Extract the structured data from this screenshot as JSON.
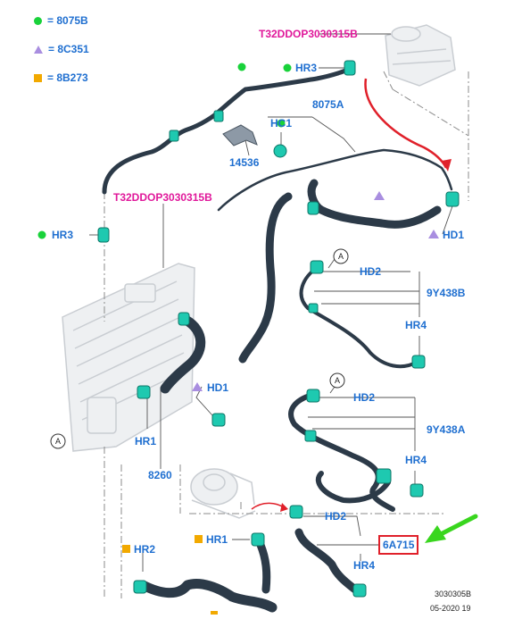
{
  "legend": [
    {
      "symbol": "circle",
      "color": "#19d23a",
      "text": "= 8075B"
    },
    {
      "symbol": "triangle",
      "color": "#a98ee0",
      "text": "= 8C351"
    },
    {
      "symbol": "square",
      "color": "#f2a900",
      "text": "= 8B273"
    }
  ],
  "labels": {
    "t32_top": "T32DDOP3030315B",
    "t32_left": "T32DDOP3030315B",
    "hr3_top": "HR3",
    "hr3_left": "HR3",
    "hose_8075a": "8075A",
    "hc1": "HC1",
    "p14536": "14536",
    "hd1_right": "HD1",
    "hd1_left": "HD1",
    "hd2_a": "HD2",
    "hd2_b": "HD2",
    "hd2_c": "HD2",
    "p9y438b": "9Y438B",
    "p9y438a": "9Y438A",
    "hr4_a": "HR4",
    "hr4_b": "HR4",
    "hr4_c": "HR4",
    "hr1_a": "HR1",
    "hr1_b": "HR1",
    "hr2": "HR2",
    "p8260": "8260",
    "p6a715": "6A715",
    "ref_a1": "A",
    "ref_a2": "A",
    "ref_a3": "A",
    "code": "3030305B",
    "date": "05-2020 19"
  },
  "colors": {
    "hose": "#2c3a48",
    "clamp": "#1ec9b0",
    "label_blue": "#1f6fd0",
    "label_pink": "#e0179a",
    "callout_red": "#e0202a",
    "arrow_green": "#39d61e",
    "ghost": "#c9cdd2"
  },
  "icons": [
    "circle-marker",
    "triangle-marker",
    "square-marker",
    "ref-circle-a",
    "red-curved-arrow",
    "green-pointer-arrow"
  ]
}
